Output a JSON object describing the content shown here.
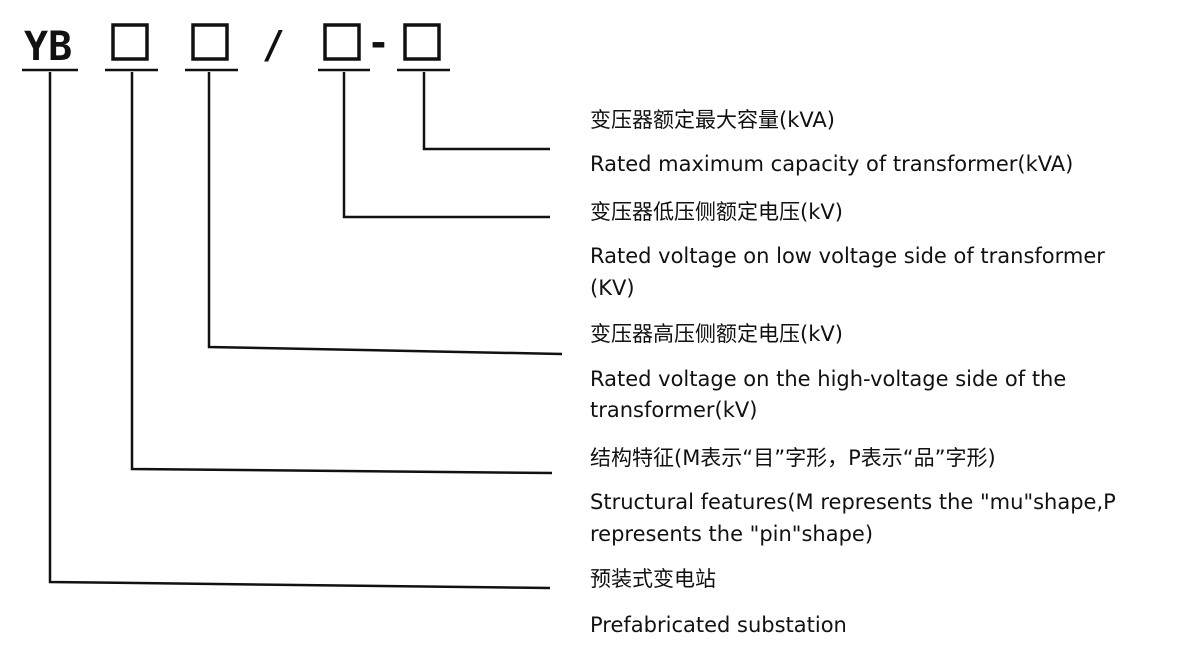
{
  "model_code": {
    "prefix": "YB",
    "slash": "/",
    "dash": "-"
  },
  "legend": [
    {
      "zh": "变压器额定最大容量(kVA)",
      "en": "Rated maximum capacity of transformer(kVA)"
    },
    {
      "zh": "变压器低压侧额定电压(kV)",
      "en": "Rated voltage on low voltage side of transformer",
      "en2": "(KV)"
    },
    {
      "zh": "变压器高压侧额定电压(kV)",
      "en": "Rated voltage on the high-voltage side of the",
      "en2": "transformer(kV)"
    },
    {
      "zh": "结构特征(M表示“目”字形，P表示“品”字形)",
      "en": "Structural features(M represents the \"mu\"shape,P",
      "en2": "represents the \"pin\"shape)"
    },
    {
      "zh": "预装式变电站",
      "en": "Prefabricated substation"
    }
  ]
}
